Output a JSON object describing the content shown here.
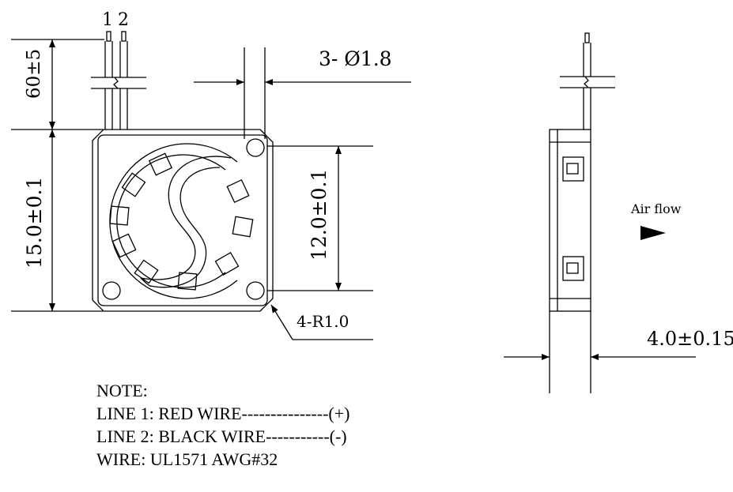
{
  "wire_labels": {
    "wire1": "1",
    "wire2": "2"
  },
  "dimensions": {
    "wire_length": "60±5",
    "holes": "3- Ø1.8",
    "frame_size": "15.0±0.1",
    "hole_pitch": "12.0±0.1",
    "corner_radius": "4-R1.0",
    "thickness": "4.0±0.15"
  },
  "airflow_label": "Air flow",
  "notes": {
    "title": "NOTE:",
    "line1": "LINE 1: RED WIRE---------------(+)",
    "line2": "LINE 2: BLACK WIRE-----------(-)",
    "wire": "WIRE: UL1571 AWG#32"
  }
}
